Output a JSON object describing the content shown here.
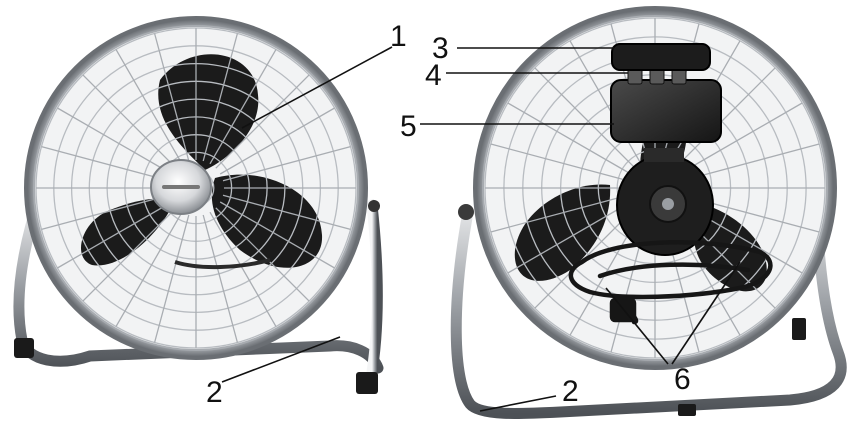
{
  "figure": {
    "left_view": {
      "callouts": [
        "1",
        "2"
      ]
    },
    "right_view": {
      "callouts": [
        "3",
        "4",
        "5",
        "2",
        "6"
      ]
    }
  },
  "colors": {
    "background": "#ffffff",
    "chrome": "#b9bcc0",
    "chrome_dark": "#6f7378",
    "blade": "#1b1b1b",
    "housing": "#2a2a2a",
    "leader": "#111111"
  },
  "icons": [
    "fan-front-view",
    "fan-rear-view",
    "power-cord"
  ]
}
